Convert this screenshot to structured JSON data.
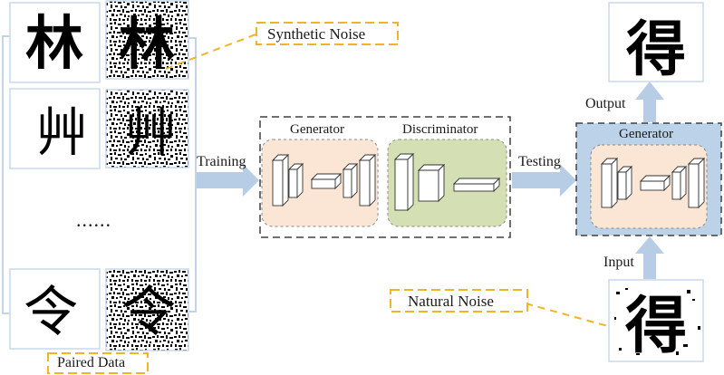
{
  "labels": {
    "synthetic_noise": "Synthetic Noise",
    "training": "Training",
    "testing": "Testing",
    "output": "Output",
    "input": "Input",
    "natural_noise": "Natural Noise",
    "paired_data": "Paired Data",
    "ellipsis": "......"
  },
  "model": {
    "generator_label": "Generator",
    "discriminator_label": "Discriminator",
    "test_generator_label": "Generator"
  },
  "glyphs": {
    "sample_1": "林",
    "sample_2": "艸",
    "sample_3": "令",
    "test_char": "得"
  },
  "colors": {
    "tag_border": "#f0b429",
    "arrow": "#b7cde6",
    "generator_fill": "#fbe6d6",
    "discriminator_fill": "#d4e0b4",
    "test_panel_fill": "#bcd2e8",
    "dashed_frame": "#404040",
    "bracket": "#c4d4e8",
    "image_frame": "#c9d8ea"
  }
}
